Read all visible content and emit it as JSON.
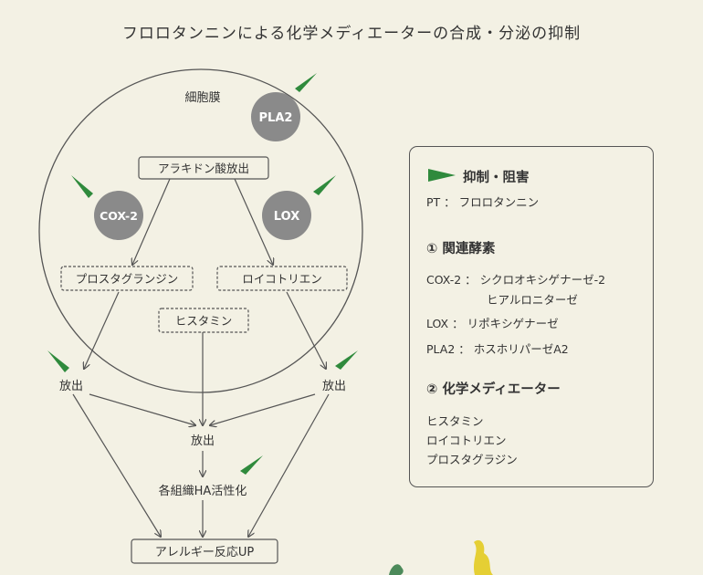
{
  "title": "フロロタンニンによる化学メディエーターの合成・分泌の抑制",
  "diagram": {
    "membrane_label": "細胞膜",
    "pla2": "PLA2",
    "cox2": "COX-2",
    "lox": "LOX",
    "arachidonic": "アラキドン酸放出",
    "prostaglandin": "プロスタグランジン",
    "leukotriene": "ロイコトリエン",
    "histamine": "ヒスタミン",
    "release_left": "放出",
    "release_right": "放出",
    "release_center": "放出",
    "activation": "各組織HA活性化",
    "allergy": "アレルギー反応UP"
  },
  "legend": {
    "inhibit_label": "抑制・阻害",
    "pt_line": "PT ： フロロタンニン",
    "enzymes_heading": "① 関連酵素",
    "cox2_line1": "COX-2 ： シクロオキシゲナーゼ-2",
    "cox2_line2": "ヒアルロニターゼ",
    "lox_line": "LOX ： リポキシゲナーゼ",
    "pla2_line": "PLA2 ： ホスホリパーゼA2",
    "mediators_heading": "② 化学メディエーター",
    "mediator_1": "ヒスタミン",
    "mediator_2": "ロイコトリエン",
    "mediator_3": "プロスタグラジン"
  },
  "colors": {
    "background": "#f3f1e4",
    "enzyme_circle": "#8a8a8a",
    "inhibit_marker": "#2f8a3c",
    "line": "#555555"
  }
}
